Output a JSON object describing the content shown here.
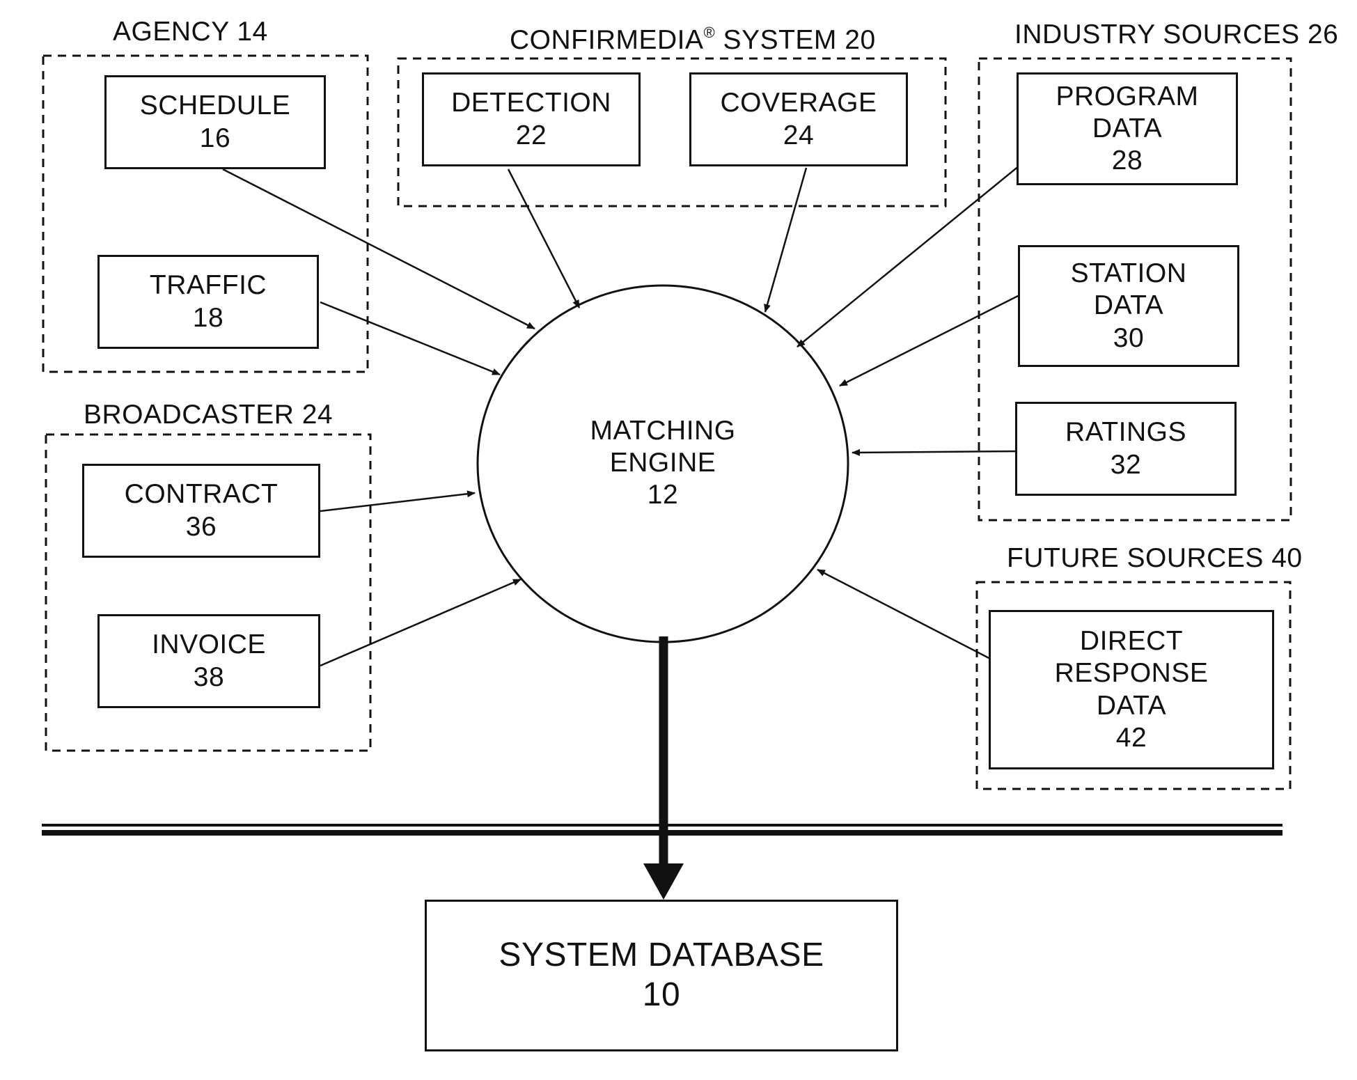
{
  "diagram": {
    "groups": {
      "agency": "AGENCY 14",
      "confirmedia_name": "CONFIRMEDIA",
      "confirmedia_mark": "®",
      "confirmedia_rest": " SYSTEM 20",
      "industry": "INDUSTRY SOURCES 26",
      "broadcaster": "BROADCASTER 24",
      "future": "FUTURE SOURCES 40"
    },
    "nodes": {
      "schedule": [
        "SCHEDULE",
        "16"
      ],
      "traffic": [
        "TRAFFIC",
        "18"
      ],
      "detection": [
        "DETECTION",
        "22"
      ],
      "coverage": [
        "COVERAGE",
        "24"
      ],
      "program_data": [
        "PROGRAM",
        "DATA",
        "28"
      ],
      "station_data": [
        "STATION",
        "DATA",
        "30"
      ],
      "ratings": [
        "RATINGS",
        "32"
      ],
      "contract": [
        "CONTRACT",
        "36"
      ],
      "invoice": [
        "INVOICE",
        "38"
      ],
      "direct_response": [
        "DIRECT",
        "RESPONSE",
        "DATA",
        "42"
      ],
      "matching_engine": [
        "MATCHING",
        "ENGINE",
        "12"
      ],
      "system_database": [
        "SYSTEM DATABASE",
        "10"
      ]
    }
  }
}
